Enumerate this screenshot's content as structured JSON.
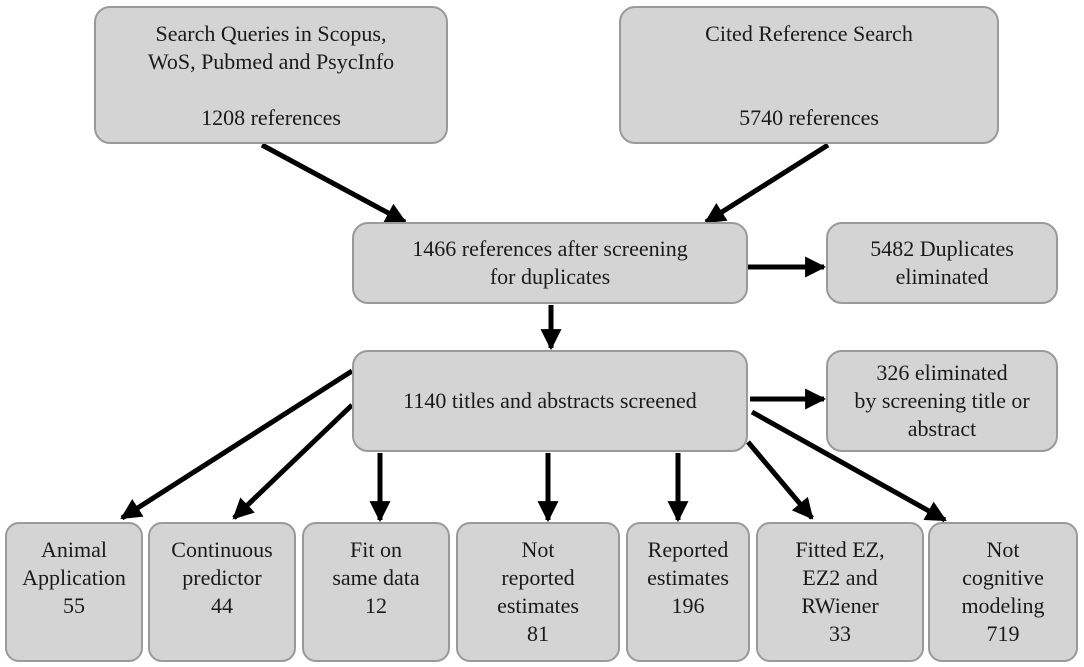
{
  "colors": {
    "box_fill": "#d4d4d4",
    "box_border": "#9a9a9a",
    "arrow": "#000000"
  },
  "sources": [
    {
      "lines": [
        "Search Queries in Scopus,",
        "WoS, Pubmed and PsycInfo"
      ],
      "count": "1208 references"
    },
    {
      "lines": [
        "Cited Reference Search"
      ],
      "count": "5740 references"
    }
  ],
  "dedup": {
    "lines": [
      "1466 references after screening",
      "for duplicates"
    ]
  },
  "duplicates": {
    "lines": [
      "5482 Duplicates",
      "eliminated"
    ]
  },
  "screened": {
    "lines": [
      "1140 titles and abstracts screened"
    ]
  },
  "eliminated": {
    "lines": [
      "326 eliminated",
      "by screening title or",
      "abstract"
    ]
  },
  "categories": [
    {
      "lines": [
        "Animal",
        "Application",
        "55"
      ]
    },
    {
      "lines": [
        "Continuous",
        "predictor",
        "44"
      ]
    },
    {
      "lines": [
        "Fit on",
        "same data",
        "12"
      ]
    },
    {
      "lines": [
        "Not",
        "reported",
        "estimates",
        "81"
      ]
    },
    {
      "lines": [
        "Reported",
        "estimates",
        "196"
      ]
    },
    {
      "lines": [
        "Fitted EZ,",
        "EZ2 and",
        "RWiener",
        "33"
      ]
    },
    {
      "lines": [
        "Not",
        "cognitive",
        "modeling",
        "719"
      ]
    }
  ]
}
